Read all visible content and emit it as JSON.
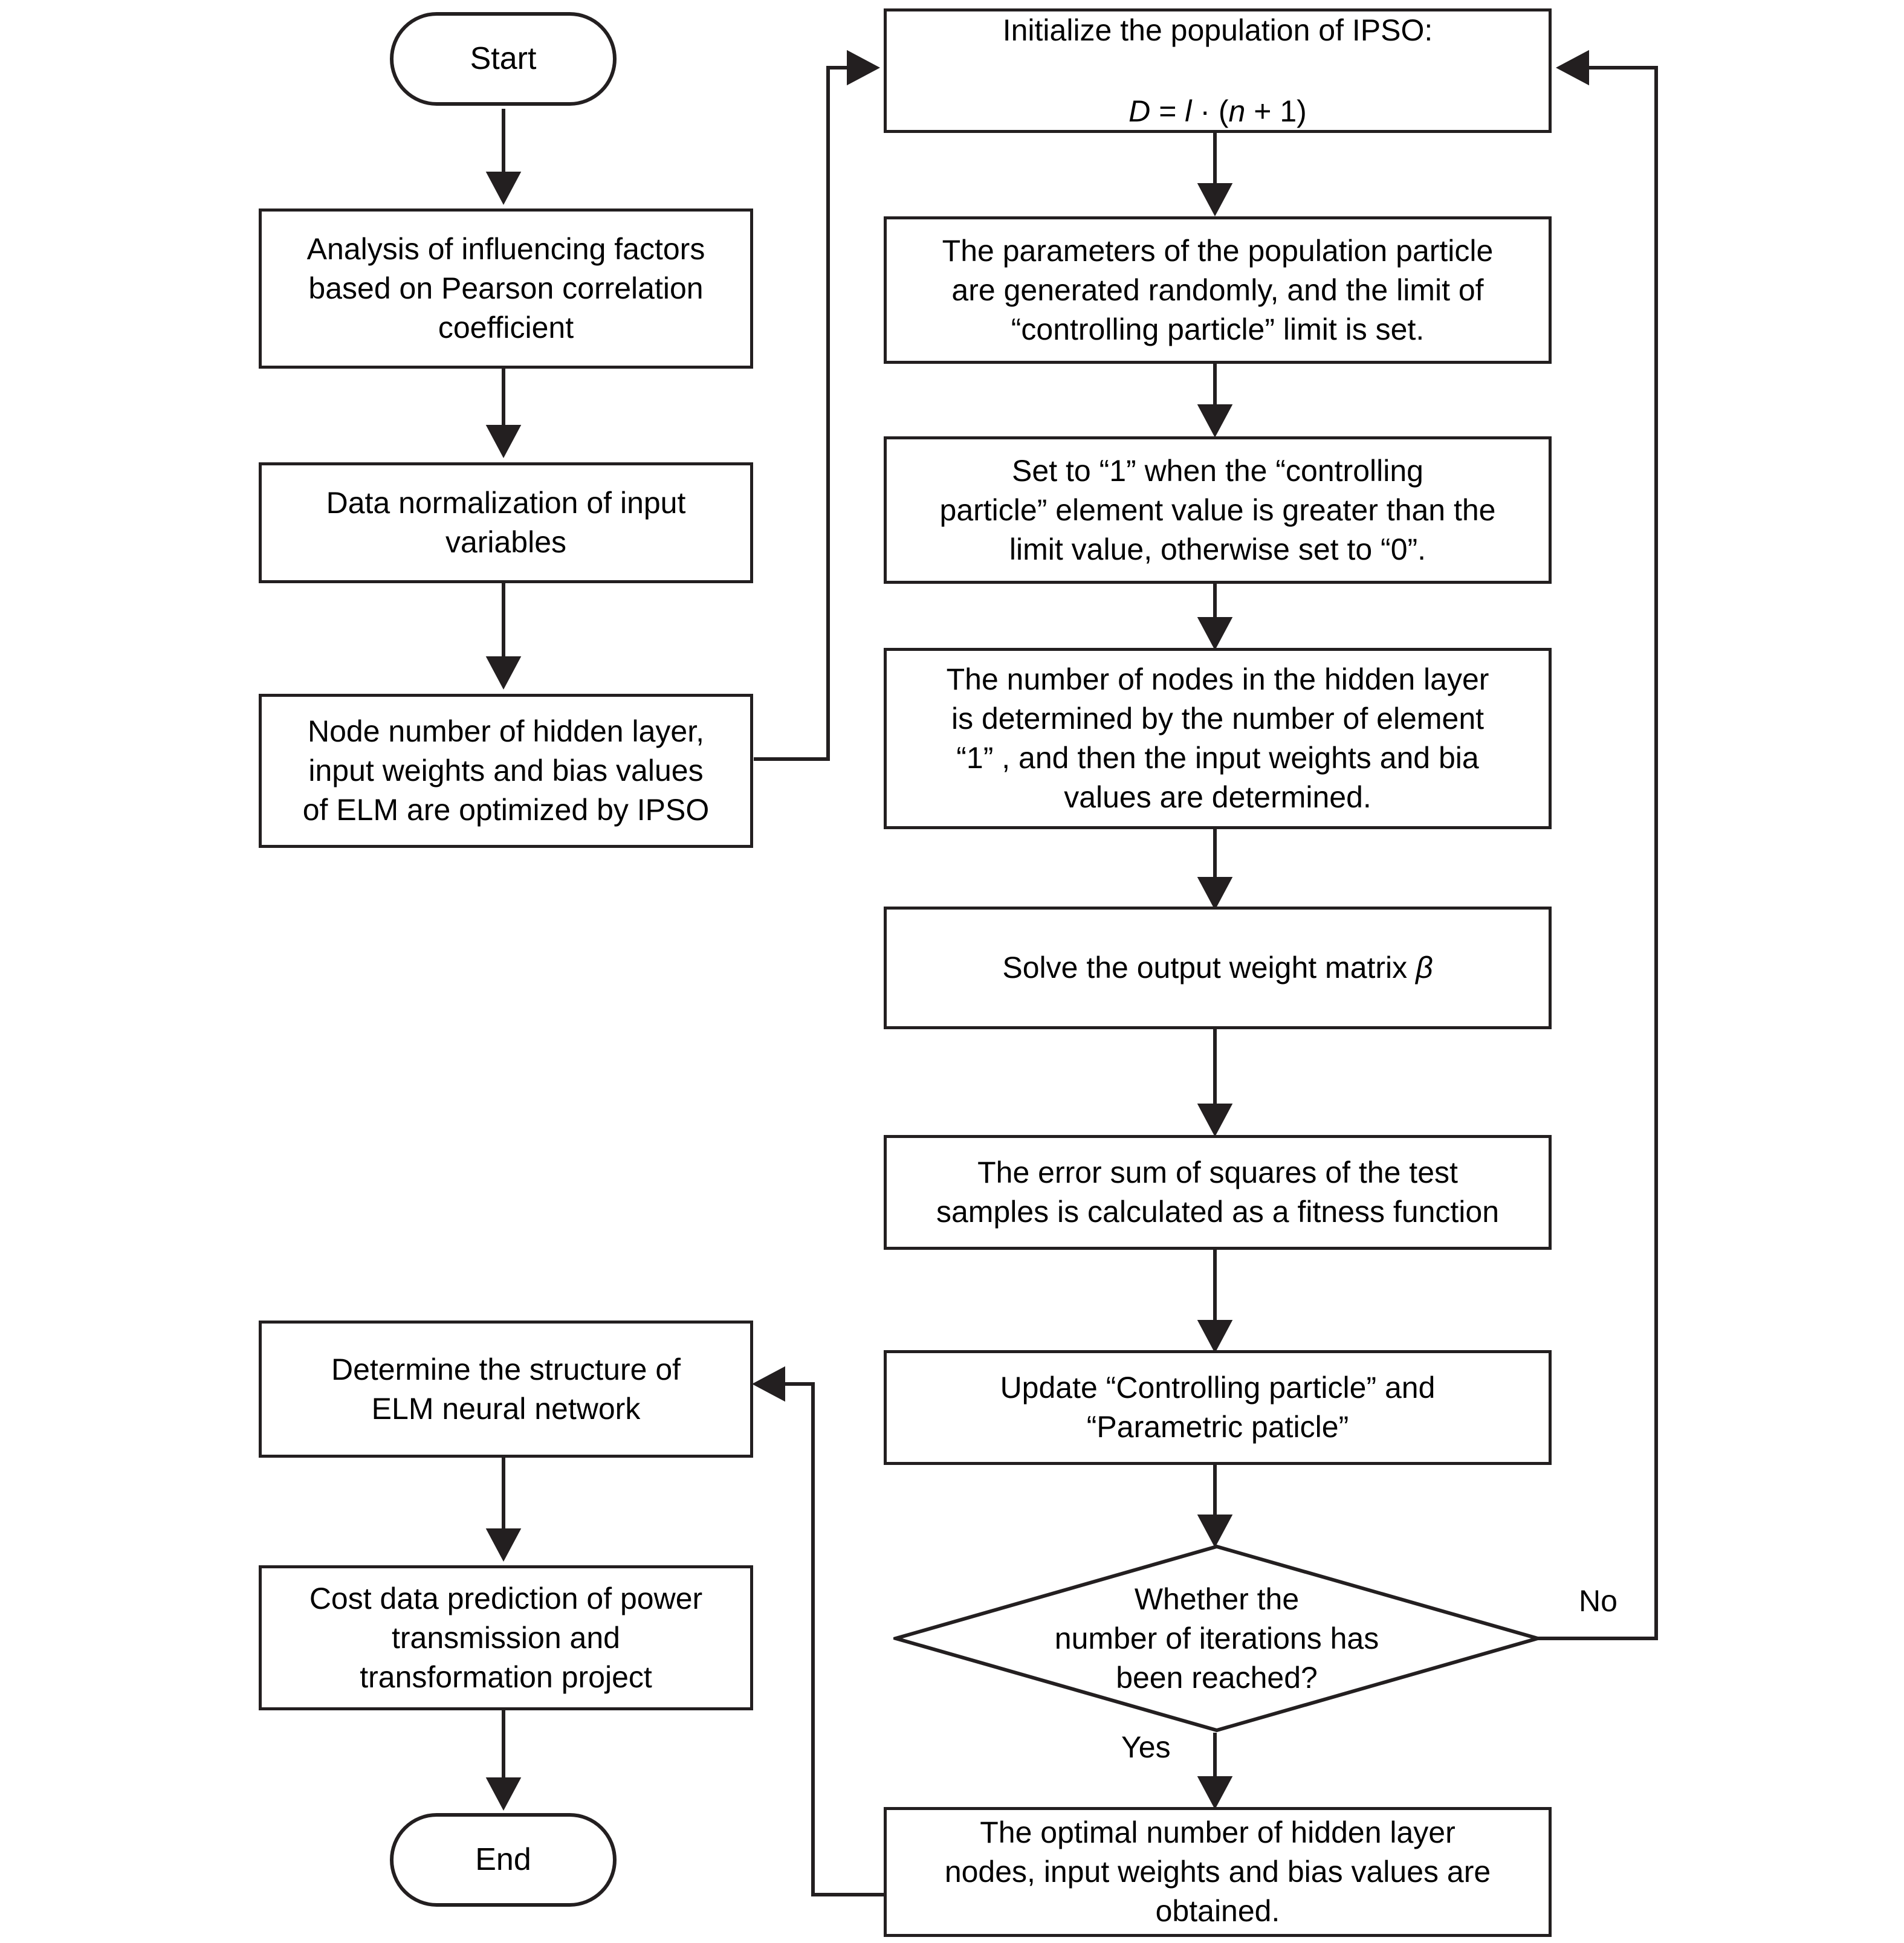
{
  "diagram": {
    "type": "flowchart",
    "title_text": "",
    "colors": {
      "stroke": "#231f20",
      "text": "#000000",
      "background": "#ffffff"
    },
    "nodes": {
      "start": {
        "label": "Start",
        "shape": "terminal"
      },
      "analysis": {
        "label": "Analysis of influencing factors\nbased on Pearson correlation\ncoefficient",
        "shape": "process"
      },
      "normalization": {
        "label": "Data normalization of input\nvariables",
        "shape": "process"
      },
      "node_number": {
        "label": "Node number of hidden layer,\ninput weights and bias values\nof ELM are optimized by IPSO",
        "shape": "process"
      },
      "determine_structure": {
        "label": "Determine the structure of\nELM neural network",
        "shape": "process"
      },
      "cost_prediction": {
        "label": "Cost data prediction of power\ntransmission and\ntransformation project",
        "shape": "process"
      },
      "end": {
        "label": "End",
        "shape": "terminal"
      },
      "initialize": {
        "label_line1": "Initialize the population of IPSO:",
        "formula": {
          "lhs": "D",
          "eq": "=",
          "var1": "l",
          "dot": "·",
          "open": "(",
          "var2": "n",
          "plus": "+",
          "one": "1",
          "close": ")"
        },
        "shape": "process"
      },
      "parameters": {
        "label": "The parameters of the population particle\nare generated randomly, and the limit of\n“controlling particle” limit is set.",
        "shape": "process"
      },
      "set_to_one": {
        "label": "Set to “1” when the “controlling\nparticle” element value is greater than the\nlimit value, otherwise set to “0”.",
        "shape": "process"
      },
      "hidden_nodes": {
        "label": "The number of nodes in the hidden layer\nis determined by the number of element\n“1” , and then the input weights and bia\nvalues are determined.",
        "shape": "process"
      },
      "solve_beta": {
        "label_prefix": "Solve the output weight matrix ",
        "symbol": "β",
        "shape": "process"
      },
      "error_sum": {
        "label": "The error sum of squares of the test\nsamples is calculated as a fitness function",
        "shape": "process"
      },
      "update_particles": {
        "label": "Update “Controlling particle” and\n“Parametric paticle”",
        "shape": "process"
      },
      "decision_iterations": {
        "label": "Whether the\nnumber of iterations has\nbeen reached?",
        "shape": "decision"
      },
      "optimal_values": {
        "label": "The optimal number of hidden layer\nnodes, input weights and bias values are\nobtained.",
        "shape": "process"
      }
    },
    "edge_labels": {
      "no": "No",
      "yes": "Yes"
    }
  }
}
